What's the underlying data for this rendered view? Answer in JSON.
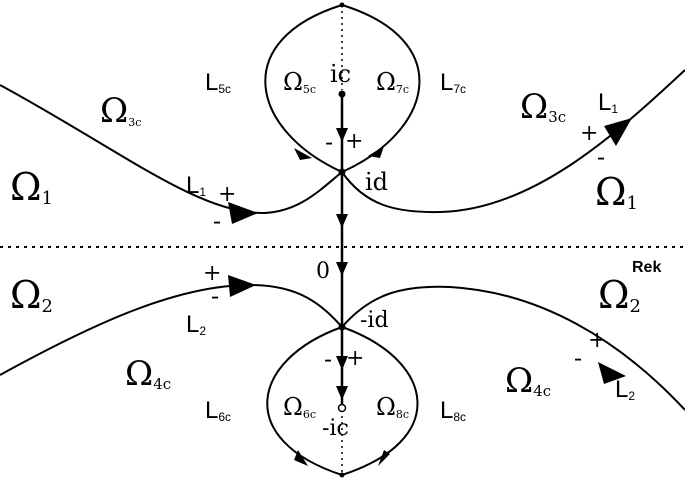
{
  "diagram": {
    "axis_label": "Rek",
    "regions": [
      {
        "id": "omega_3c_left",
        "main": "Ω",
        "sub": "3c"
      },
      {
        "id": "omega_3c_right",
        "main": "Ω",
        "sub": "3c"
      },
      {
        "id": "omega_5c",
        "main": "Ω",
        "sub": "5c"
      },
      {
        "id": "omega_7c",
        "main": "Ω",
        "sub": "7c"
      },
      {
        "id": "omega_1_left",
        "main": "Ω",
        "sub": "1"
      },
      {
        "id": "omega_1_right",
        "main": "Ω",
        "sub": "1"
      },
      {
        "id": "omega_2_left",
        "main": "Ω",
        "sub": "2"
      },
      {
        "id": "omega_2_right",
        "main": "Ω",
        "sub": "2"
      },
      {
        "id": "omega_6c",
        "main": "Ω",
        "sub": "6c"
      },
      {
        "id": "omega_8c",
        "main": "Ω",
        "sub": "8c"
      },
      {
        "id": "omega_4c_left",
        "main": "Ω",
        "sub": "4c"
      },
      {
        "id": "omega_4c_right",
        "main": "Ω",
        "sub": "4c"
      }
    ],
    "contours": [
      {
        "id": "L5c",
        "main": "L",
        "sub": "5c"
      },
      {
        "id": "L7c",
        "main": "L",
        "sub": "7c"
      },
      {
        "id": "L1_left",
        "main": "L",
        "sub": "1"
      },
      {
        "id": "L1_right",
        "main": "L",
        "sub": "1"
      },
      {
        "id": "L2_left",
        "main": "L",
        "sub": "2"
      },
      {
        "id": "L2_right",
        "main": "L",
        "sub": "2"
      },
      {
        "id": "L6c",
        "main": "L",
        "sub": "6c"
      },
      {
        "id": "L8c",
        "main": "L",
        "sub": "8c"
      }
    ],
    "points": {
      "ic": "ic",
      "id": "id",
      "zero": "0",
      "minus_id": "-id",
      "minus_ic": "-ic"
    },
    "signs": {
      "plus": "+",
      "minus": "-"
    }
  }
}
